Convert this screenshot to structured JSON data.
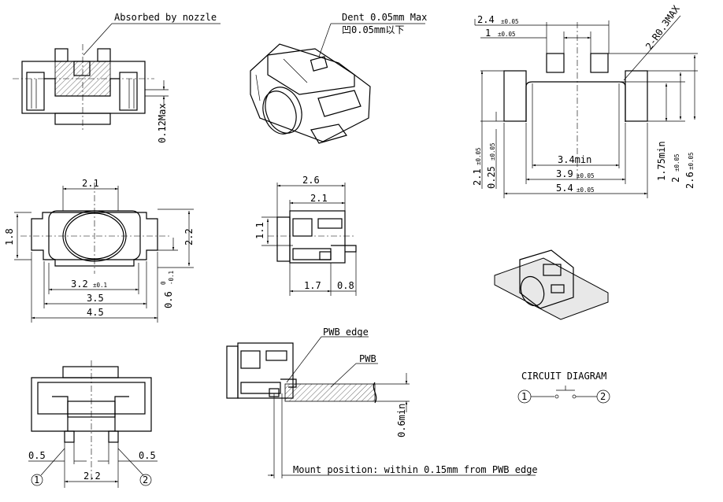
{
  "labels": {
    "absorbed": "Absorbed by nozzle",
    "dent1": "Dent 0.05mm Max",
    "dent2": "凹0.05mm以下",
    "max012": "0.12Max",
    "pwb_edge": "PWB edge",
    "pwb": "PWB",
    "circuit": "CIRCUIT DIAGRAM",
    "mount": "Mount position: within 0.15mm from PWB edge",
    "r03": "2-R0.3MAX",
    "min06": "0.6min"
  },
  "dims": {
    "d21": "2.1",
    "d18": "1.8",
    "d22": "2.2",
    "d32": "3.2",
    "t01": "±0.1",
    "d35": "3.5",
    "d45": "4.5",
    "d06a": "0.6",
    "d06tol_a": "0",
    "d06tol_b": "-0.1",
    "d26": "2.6",
    "d21b": "2.1",
    "d11": "1.1",
    "d17": "1.7",
    "d08": "0.8",
    "d05a": "0.5",
    "d05b": "0.5",
    "d22b": "2.2",
    "p1": "1",
    "p2": "2",
    "c1": "1",
    "c2": "2",
    "r24": "2.4",
    "r24t": "±0.05",
    "r1": "1",
    "r1t": "±0.05",
    "r34": "3.4min",
    "r39": "3.9",
    "r39t": "±0.05",
    "r54": "5.4",
    "r54t": "±0.05",
    "v21": "2.1",
    "v21t": "±0.05",
    "v025": "0.25",
    "v025t": "±0.05",
    "v175": "1.75min",
    "v2": "2",
    "v2t": "±0.05",
    "v26": "2.6",
    "v26t": "±0.05"
  }
}
